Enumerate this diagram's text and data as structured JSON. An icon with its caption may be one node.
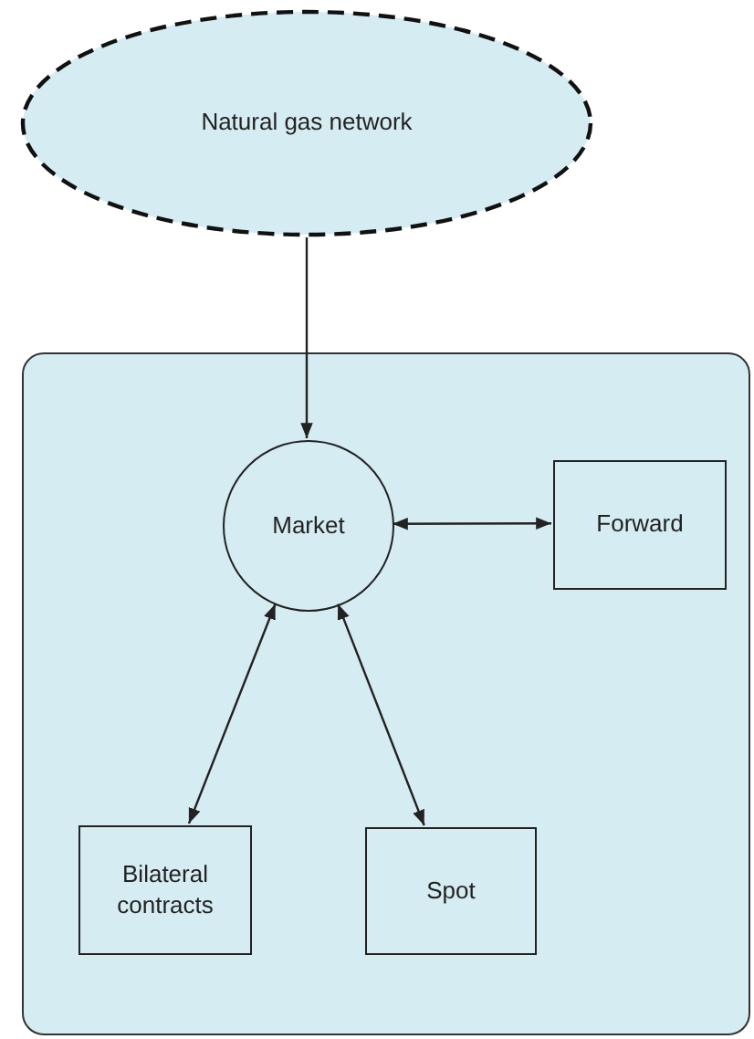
{
  "diagram": {
    "nodes": [
      {
        "text": [
          "Natural gas network"
        ]
      },
      {
        "text": [],
        "shape": "box"
      },
      {
        "text": [
          "Market"
        ],
        "in": 1
      },
      {
        "text": [
          "Forward"
        ],
        "in": 1
      },
      {
        "text": [
          "Bilateral contracts"
        ],
        "in": 1
      },
      {
        "text": [
          "Spot"
        ],
        "in": 1
      }
    ],
    "edges": [
      {
        "from": 0,
        "to": 2,
        "arrow": "to"
      },
      {
        "from": 2,
        "to": 3,
        "arrow": "both"
      },
      {
        "from": 2,
        "to": 4,
        "arrow": "both"
      },
      {
        "from": 2,
        "to": 5,
        "arrow": "both"
      }
    ]
  }
}
